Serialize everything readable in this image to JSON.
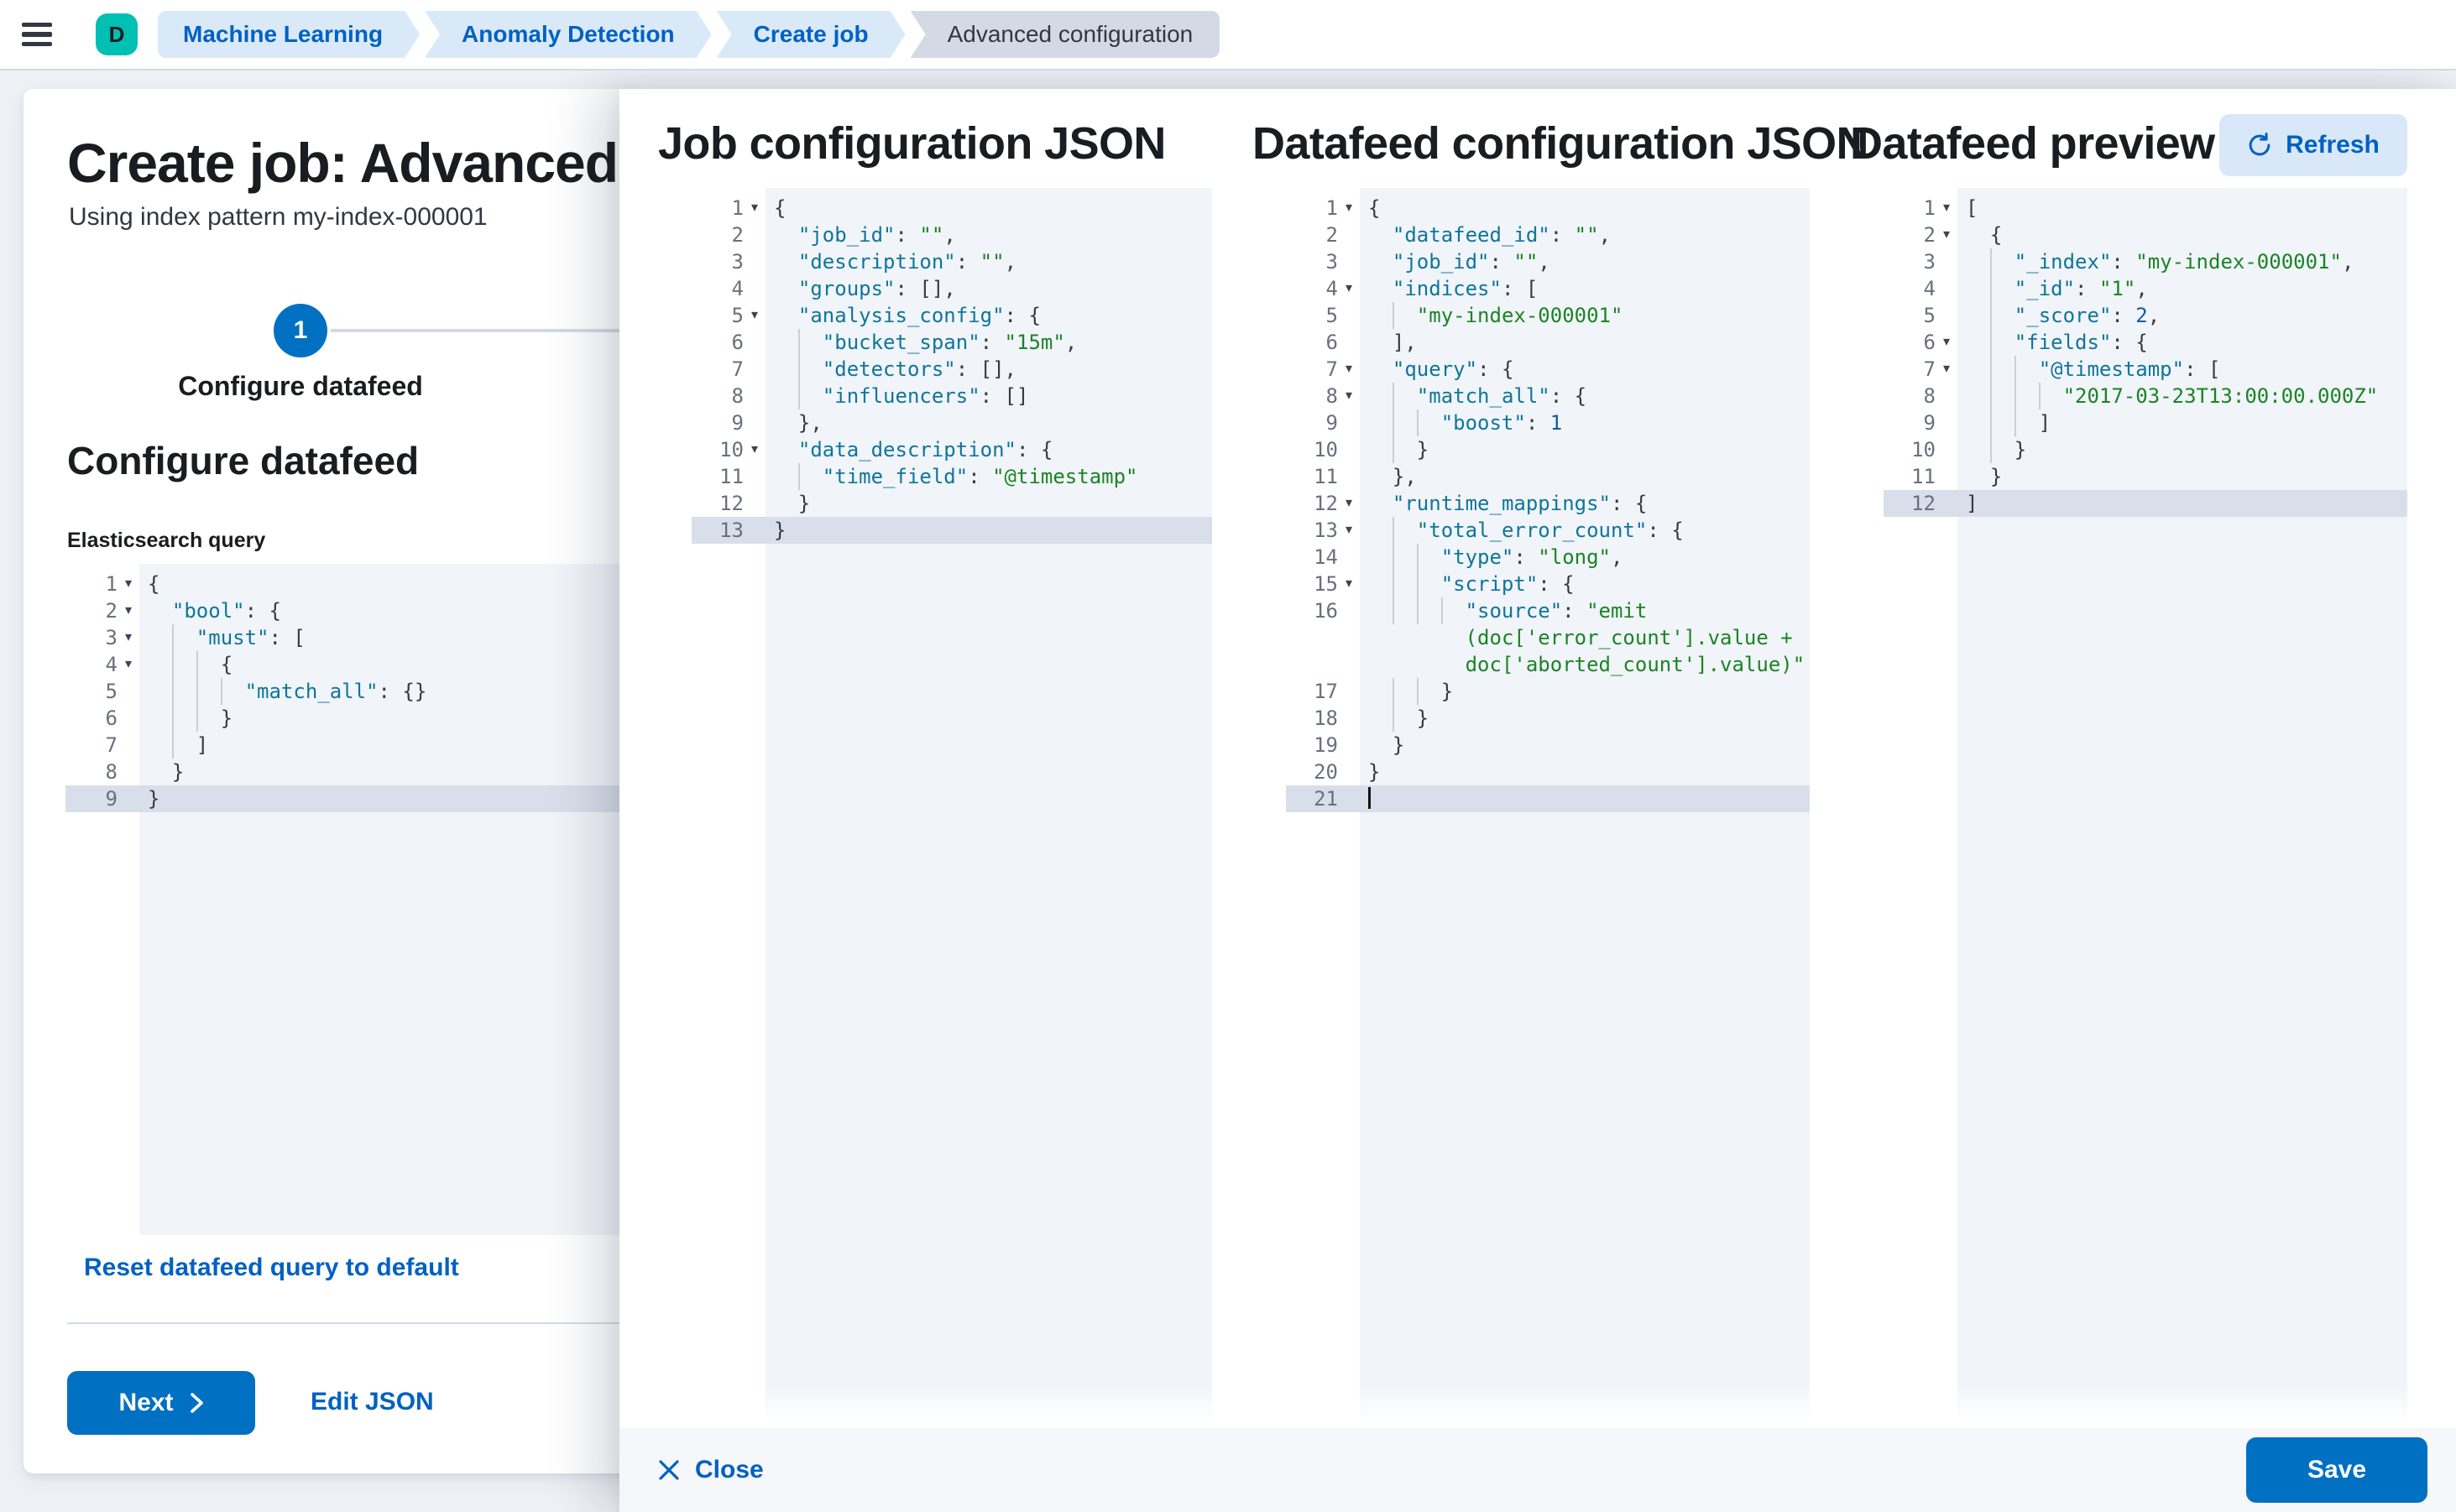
{
  "header": {
    "avatar_initial": "D",
    "breadcrumbs": [
      {
        "label": "Machine Learning",
        "current": false
      },
      {
        "label": "Anomaly Detection",
        "current": false
      },
      {
        "label": "Create job",
        "current": false
      },
      {
        "label": "Advanced configuration",
        "current": true
      }
    ]
  },
  "wizard": {
    "title": "Create job: Advanced",
    "subtitle": "Using index pattern my-index-000001",
    "step_number": "1",
    "step_label": "Configure datafeed",
    "section_heading": "Configure datafeed",
    "query_label": "Elasticsearch query",
    "reset_link": "Reset datafeed query to default",
    "next_label": "Next",
    "edit_json_label": "Edit JSON"
  },
  "footer": {
    "close_label": "Close",
    "save_label": "Save"
  },
  "colors": {
    "primary_button": "#0071c2",
    "link_blue": "#0061c2",
    "avatar_bg": "#00bfb3",
    "breadcrumb_bg": "#d9e9f8",
    "breadcrumb_current_bg": "#d3dae6",
    "code_key": "#0e769a",
    "code_string": "#1a8424",
    "code_number": "#0b5cab",
    "code_bg": "#f1f4f9",
    "active_line_bg": "#d9dfea",
    "step_circle": "#0071c2"
  },
  "editors": {
    "es_query": {
      "name": "elasticsearch-query-editor",
      "lines": [
        {
          "n": "1",
          "f": true,
          "pad": 0,
          "g": 0,
          "segs": [
            [
              "p",
              "{"
            ]
          ]
        },
        {
          "n": "2",
          "f": true,
          "pad": 2,
          "g": 0,
          "segs": [
            [
              "k",
              "\"bool\""
            ],
            [
              "p",
              ": {"
            ]
          ]
        },
        {
          "n": "3",
          "f": true,
          "pad": 2,
          "g": 1,
          "segs": [
            [
              "k",
              "\"must\""
            ],
            [
              "p",
              ": ["
            ]
          ]
        },
        {
          "n": "4",
          "f": true,
          "pad": 2,
          "g": 2,
          "segs": [
            [
              "p",
              "{"
            ]
          ]
        },
        {
          "n": "5",
          "pad": 2,
          "g": 3,
          "segs": [
            [
              "k",
              "\"match_all\""
            ],
            [
              "p",
              ": {}"
            ]
          ]
        },
        {
          "n": "6",
          "pad": 2,
          "g": 2,
          "segs": [
            [
              "p",
              "}"
            ]
          ]
        },
        {
          "n": "7",
          "pad": 2,
          "g": 1,
          "segs": [
            [
              "p",
              "]"
            ]
          ]
        },
        {
          "n": "8",
          "pad": 2,
          "g": 0,
          "segs": [
            [
              "p",
              "}"
            ]
          ]
        },
        {
          "n": "9",
          "a": true,
          "pad": 0,
          "g": 0,
          "segs": [
            [
              "p",
              "}"
            ]
          ]
        }
      ]
    },
    "job_config": {
      "heading": "Job configuration JSON",
      "name": "job-configuration-json-editor",
      "lines": [
        {
          "n": "1",
          "f": true,
          "pad": 0,
          "g": 0,
          "segs": [
            [
              "p",
              "{"
            ]
          ]
        },
        {
          "n": "2",
          "pad": 2,
          "g": 0,
          "segs": [
            [
              "k",
              "\"job_id\""
            ],
            [
              "p",
              ": "
            ],
            [
              "s",
              "\"\""
            ],
            [
              "p",
              ","
            ]
          ]
        },
        {
          "n": "3",
          "pad": 2,
          "g": 0,
          "segs": [
            [
              "k",
              "\"description\""
            ],
            [
              "p",
              ": "
            ],
            [
              "s",
              "\"\""
            ],
            [
              "p",
              ","
            ]
          ]
        },
        {
          "n": "4",
          "pad": 2,
          "g": 0,
          "segs": [
            [
              "k",
              "\"groups\""
            ],
            [
              "p",
              ": [],"
            ]
          ]
        },
        {
          "n": "5",
          "f": true,
          "pad": 2,
          "g": 0,
          "segs": [
            [
              "k",
              "\"analysis_config\""
            ],
            [
              "p",
              ": {"
            ]
          ]
        },
        {
          "n": "6",
          "pad": 2,
          "g": 1,
          "segs": [
            [
              "k",
              "\"bucket_span\""
            ],
            [
              "p",
              ": "
            ],
            [
              "s",
              "\"15m\""
            ],
            [
              "p",
              ","
            ]
          ]
        },
        {
          "n": "7",
          "pad": 2,
          "g": 1,
          "segs": [
            [
              "k",
              "\"detectors\""
            ],
            [
              "p",
              ": [],"
            ]
          ]
        },
        {
          "n": "8",
          "pad": 2,
          "g": 1,
          "segs": [
            [
              "k",
              "\"influencers\""
            ],
            [
              "p",
              ": []"
            ]
          ]
        },
        {
          "n": "9",
          "pad": 2,
          "g": 0,
          "segs": [
            [
              "p",
              "},"
            ]
          ]
        },
        {
          "n": "10",
          "f": true,
          "pad": 2,
          "g": 0,
          "segs": [
            [
              "k",
              "\"data_description\""
            ],
            [
              "p",
              ": {"
            ]
          ]
        },
        {
          "n": "11",
          "pad": 2,
          "g": 1,
          "segs": [
            [
              "k",
              "\"time_field\""
            ],
            [
              "p",
              ": "
            ],
            [
              "s",
              "\"@timestamp\""
            ]
          ]
        },
        {
          "n": "12",
          "pad": 2,
          "g": 0,
          "segs": [
            [
              "p",
              "}"
            ]
          ]
        },
        {
          "n": "13",
          "a": true,
          "pad": 0,
          "g": 0,
          "segs": [
            [
              "p",
              "}"
            ]
          ]
        }
      ]
    },
    "datafeed_config": {
      "heading": "Datafeed configuration JSON",
      "name": "datafeed-configuration-json-editor",
      "lines": [
        {
          "n": "1",
          "f": true,
          "pad": 0,
          "g": 0,
          "segs": [
            [
              "p",
              "{"
            ]
          ]
        },
        {
          "n": "2",
          "pad": 2,
          "g": 0,
          "segs": [
            [
              "k",
              "\"datafeed_id\""
            ],
            [
              "p",
              ": "
            ],
            [
              "s",
              "\"\""
            ],
            [
              "p",
              ","
            ]
          ]
        },
        {
          "n": "3",
          "pad": 2,
          "g": 0,
          "segs": [
            [
              "k",
              "\"job_id\""
            ],
            [
              "p",
              ": "
            ],
            [
              "s",
              "\"\""
            ],
            [
              "p",
              ","
            ]
          ]
        },
        {
          "n": "4",
          "f": true,
          "pad": 2,
          "g": 0,
          "segs": [
            [
              "k",
              "\"indices\""
            ],
            [
              "p",
              ": ["
            ]
          ]
        },
        {
          "n": "5",
          "pad": 2,
          "g": 1,
          "segs": [
            [
              "s",
              "\"my-index-000001\""
            ]
          ]
        },
        {
          "n": "6",
          "pad": 2,
          "g": 0,
          "segs": [
            [
              "p",
              "],"
            ]
          ]
        },
        {
          "n": "7",
          "f": true,
          "pad": 2,
          "g": 0,
          "segs": [
            [
              "k",
              "\"query\""
            ],
            [
              "p",
              ": {"
            ]
          ]
        },
        {
          "n": "8",
          "f": true,
          "pad": 2,
          "g": 1,
          "segs": [
            [
              "k",
              "\"match_all\""
            ],
            [
              "p",
              ": {"
            ]
          ]
        },
        {
          "n": "9",
          "pad": 2,
          "g": 2,
          "segs": [
            [
              "k",
              "\"boost\""
            ],
            [
              "p",
              ": "
            ],
            [
              "num",
              "1"
            ]
          ]
        },
        {
          "n": "10",
          "pad": 2,
          "g": 1,
          "segs": [
            [
              "p",
              "}"
            ]
          ]
        },
        {
          "n": "11",
          "pad": 2,
          "g": 0,
          "segs": [
            [
              "p",
              "},"
            ]
          ]
        },
        {
          "n": "12",
          "f": true,
          "pad": 2,
          "g": 0,
          "segs": [
            [
              "k",
              "\"runtime_mappings\""
            ],
            [
              "p",
              ": {"
            ]
          ]
        },
        {
          "n": "13",
          "f": true,
          "pad": 2,
          "g": 1,
          "segs": [
            [
              "k",
              "\"total_error_count\""
            ],
            [
              "p",
              ": {"
            ]
          ]
        },
        {
          "n": "14",
          "pad": 2,
          "g": 2,
          "segs": [
            [
              "k",
              "\"type\""
            ],
            [
              "p",
              ": "
            ],
            [
              "s",
              "\"long\""
            ],
            [
              "p",
              ","
            ]
          ]
        },
        {
          "n": "15",
          "f": true,
          "pad": 2,
          "g": 2,
          "segs": [
            [
              "k",
              "\"script\""
            ],
            [
              "p",
              ": {"
            ]
          ]
        },
        {
          "n": "16",
          "pad": 2,
          "g": 3,
          "segs": [
            [
              "k",
              "\"source\""
            ],
            [
              "p",
              ": "
            ],
            [
              "s",
              "\"emit"
            ]
          ]
        },
        {
          "n": "",
          "pad": 8,
          "g": 0,
          "segs": [
            [
              "s",
              "(doc['error_count'].value +"
            ]
          ]
        },
        {
          "n": "",
          "pad": 8,
          "g": 0,
          "segs": [
            [
              "s",
              "doc['aborted_count'].value)\""
            ]
          ]
        },
        {
          "n": "17",
          "pad": 2,
          "g": 2,
          "segs": [
            [
              "p",
              "}"
            ]
          ]
        },
        {
          "n": "18",
          "pad": 2,
          "g": 1,
          "segs": [
            [
              "p",
              "}"
            ]
          ]
        },
        {
          "n": "19",
          "pad": 2,
          "g": 0,
          "segs": [
            [
              "p",
              "}"
            ]
          ]
        },
        {
          "n": "20",
          "pad": 0,
          "g": 0,
          "segs": [
            [
              "p",
              "}"
            ]
          ]
        },
        {
          "n": "21",
          "a": true,
          "cursor": true,
          "pad": 0,
          "g": 0,
          "segs": []
        }
      ]
    },
    "datafeed_preview": {
      "heading": "Datafeed preview",
      "refresh_label": "Refresh",
      "name": "datafeed-preview-editor",
      "lines": [
        {
          "n": "1",
          "f": true,
          "pad": 0,
          "g": 0,
          "segs": [
            [
              "p",
              "["
            ]
          ]
        },
        {
          "n": "2",
          "f": true,
          "pad": 2,
          "g": 0,
          "segs": [
            [
              "p",
              "{"
            ]
          ]
        },
        {
          "n": "3",
          "pad": 2,
          "g": 1,
          "segs": [
            [
              "k",
              "\"_index\""
            ],
            [
              "p",
              ": "
            ],
            [
              "s",
              "\"my-index-000001\""
            ],
            [
              "p",
              ","
            ]
          ]
        },
        {
          "n": "4",
          "pad": 2,
          "g": 1,
          "segs": [
            [
              "k",
              "\"_id\""
            ],
            [
              "p",
              ": "
            ],
            [
              "s",
              "\"1\""
            ],
            [
              "p",
              ","
            ]
          ]
        },
        {
          "n": "5",
          "pad": 2,
          "g": 1,
          "segs": [
            [
              "k",
              "\"_score\""
            ],
            [
              "p",
              ": "
            ],
            [
              "num",
              "2"
            ],
            [
              "p",
              ","
            ]
          ]
        },
        {
          "n": "6",
          "f": true,
          "pad": 2,
          "g": 1,
          "segs": [
            [
              "k",
              "\"fields\""
            ],
            [
              "p",
              ": {"
            ]
          ]
        },
        {
          "n": "7",
          "f": true,
          "pad": 2,
          "g": 2,
          "segs": [
            [
              "k",
              "\"@timestamp\""
            ],
            [
              "p",
              ": ["
            ]
          ]
        },
        {
          "n": "8",
          "pad": 2,
          "g": 3,
          "segs": [
            [
              "s",
              "\"2017-03-23T13:00:00.000Z\""
            ]
          ]
        },
        {
          "n": "9",
          "pad": 2,
          "g": 2,
          "segs": [
            [
              "p",
              "]"
            ]
          ]
        },
        {
          "n": "10",
          "pad": 2,
          "g": 1,
          "segs": [
            [
              "p",
              "}"
            ]
          ]
        },
        {
          "n": "11",
          "pad": 2,
          "g": 0,
          "segs": [
            [
              "p",
              "}"
            ]
          ]
        },
        {
          "n": "12",
          "a": true,
          "pad": 0,
          "g": 0,
          "segs": [
            [
              "p",
              "]"
            ]
          ]
        }
      ]
    }
  }
}
